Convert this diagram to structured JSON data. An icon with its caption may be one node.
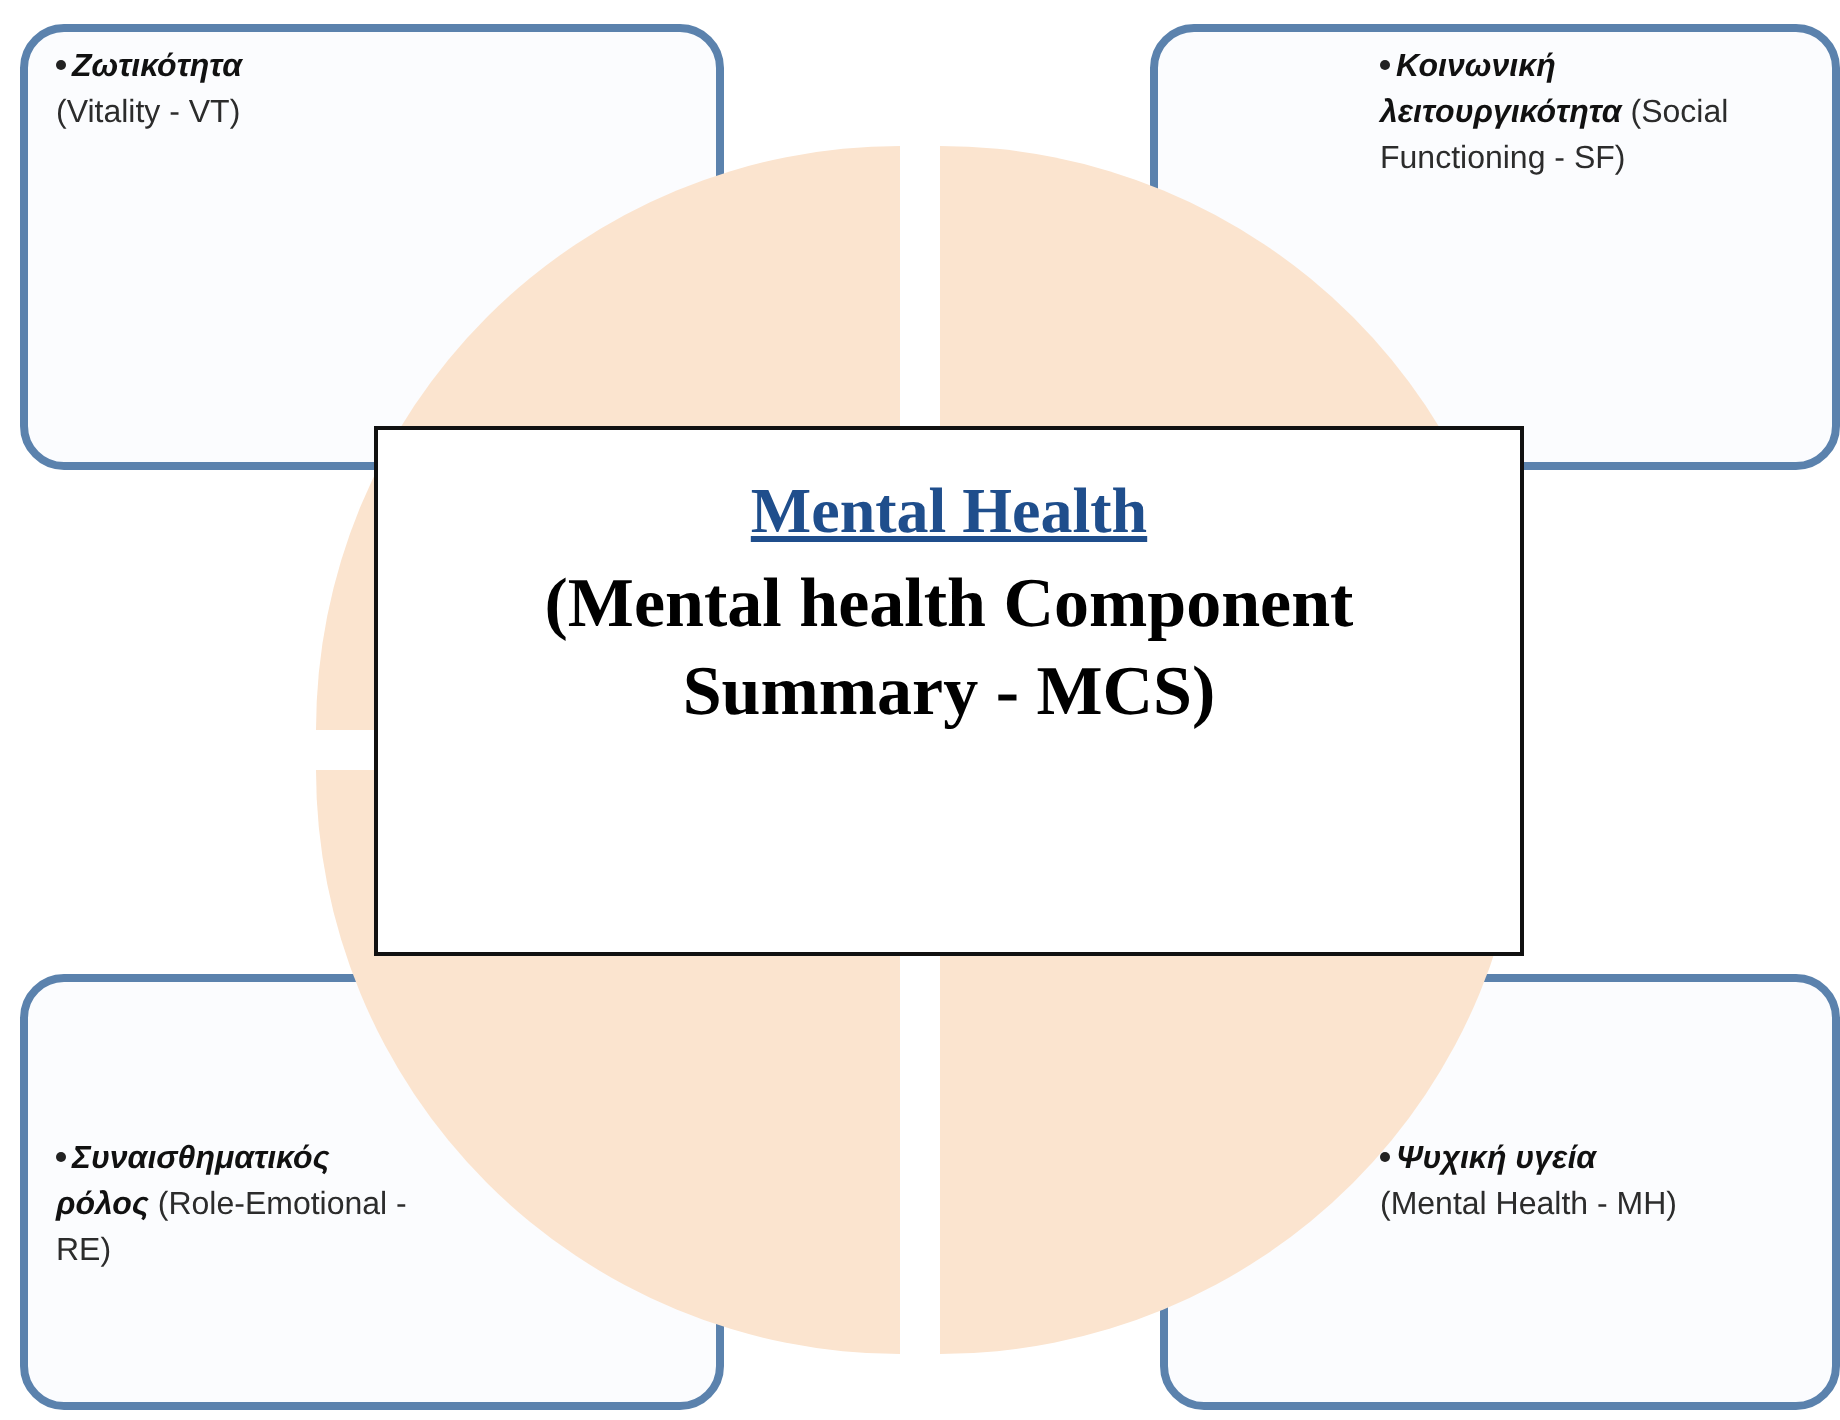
{
  "diagram": {
    "nodes": [
      {
        "text": [
          "Ζωτικότητα",
          "(Vitality - VT)"
        ]
      },
      {
        "text": [
          "Κοινωνική λειτουργικότητα",
          "(Social Functioning - SF)"
        ]
      },
      {
        "text": [
          "Mental Health",
          "(Mental health Component Summary - MCS)"
        ]
      },
      {
        "text": [
          "Συναισθηματικός ρόλος",
          "(Role-Emotional - RE)"
        ]
      },
      {
        "text": [
          "Ψυχική υγεία",
          "(Mental Health - MH)"
        ]
      }
    ],
    "edges": []
  }
}
